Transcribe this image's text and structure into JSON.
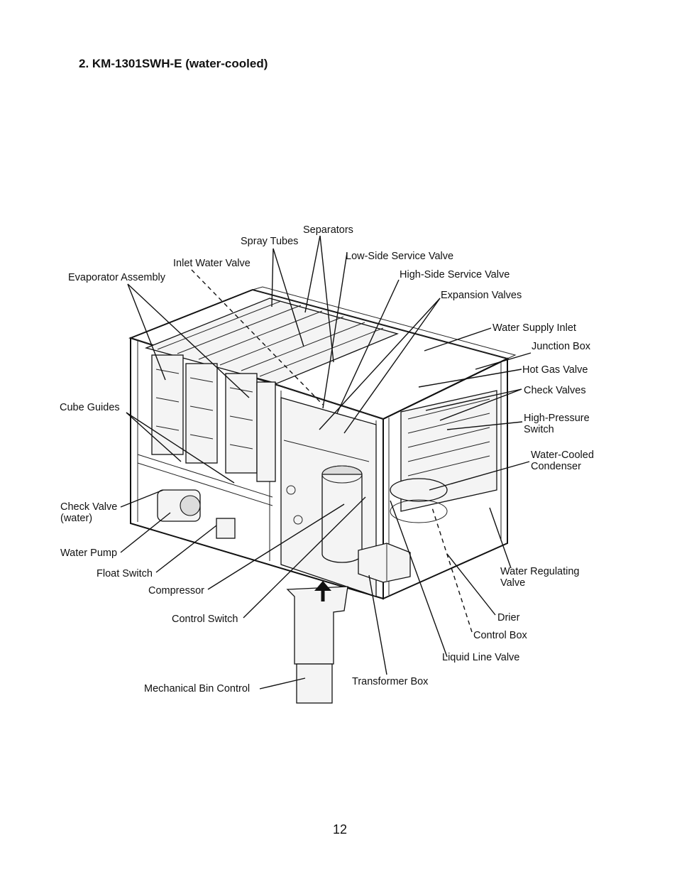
{
  "heading": "2. KM-1301SWH-E (water-cooled)",
  "page_number": "12",
  "labels": {
    "separators": "Separators",
    "spray_tubes": "Spray Tubes",
    "low_side_service_valve": "Low-Side Service Valve",
    "inlet_water_valve": "Inlet Water Valve",
    "high_side_service_valve": "High-Side Service Valve",
    "evaporator_assembly": "Evaporator Assembly",
    "expansion_valves": "Expansion Valves",
    "water_supply_inlet": "Water Supply Inlet",
    "junction_box": "Junction Box",
    "hot_gas_valve": "Hot Gas Valve",
    "check_valves": "Check Valves",
    "cube_guides": "Cube Guides",
    "high_pressure_switch_1": "High-Pressure",
    "high_pressure_switch_2": "Switch",
    "water_cooled_condenser_1": "Water-Cooled",
    "water_cooled_condenser_2": "Condenser",
    "check_valve_water_1": "Check Valve",
    "check_valve_water_2": "(water)",
    "water_pump": "Water Pump",
    "float_switch": "Float Switch",
    "water_regulating_valve_1": "Water Regulating",
    "water_regulating_valve_2": "Valve",
    "compressor": "Compressor",
    "drier": "Drier",
    "control_switch": "Control Switch",
    "control_box": "Control Box",
    "liquid_line_valve": "Liquid Line Valve",
    "transformer_box": "Transformer Box",
    "mechanical_bin_control": "Mechanical Bin Control"
  }
}
